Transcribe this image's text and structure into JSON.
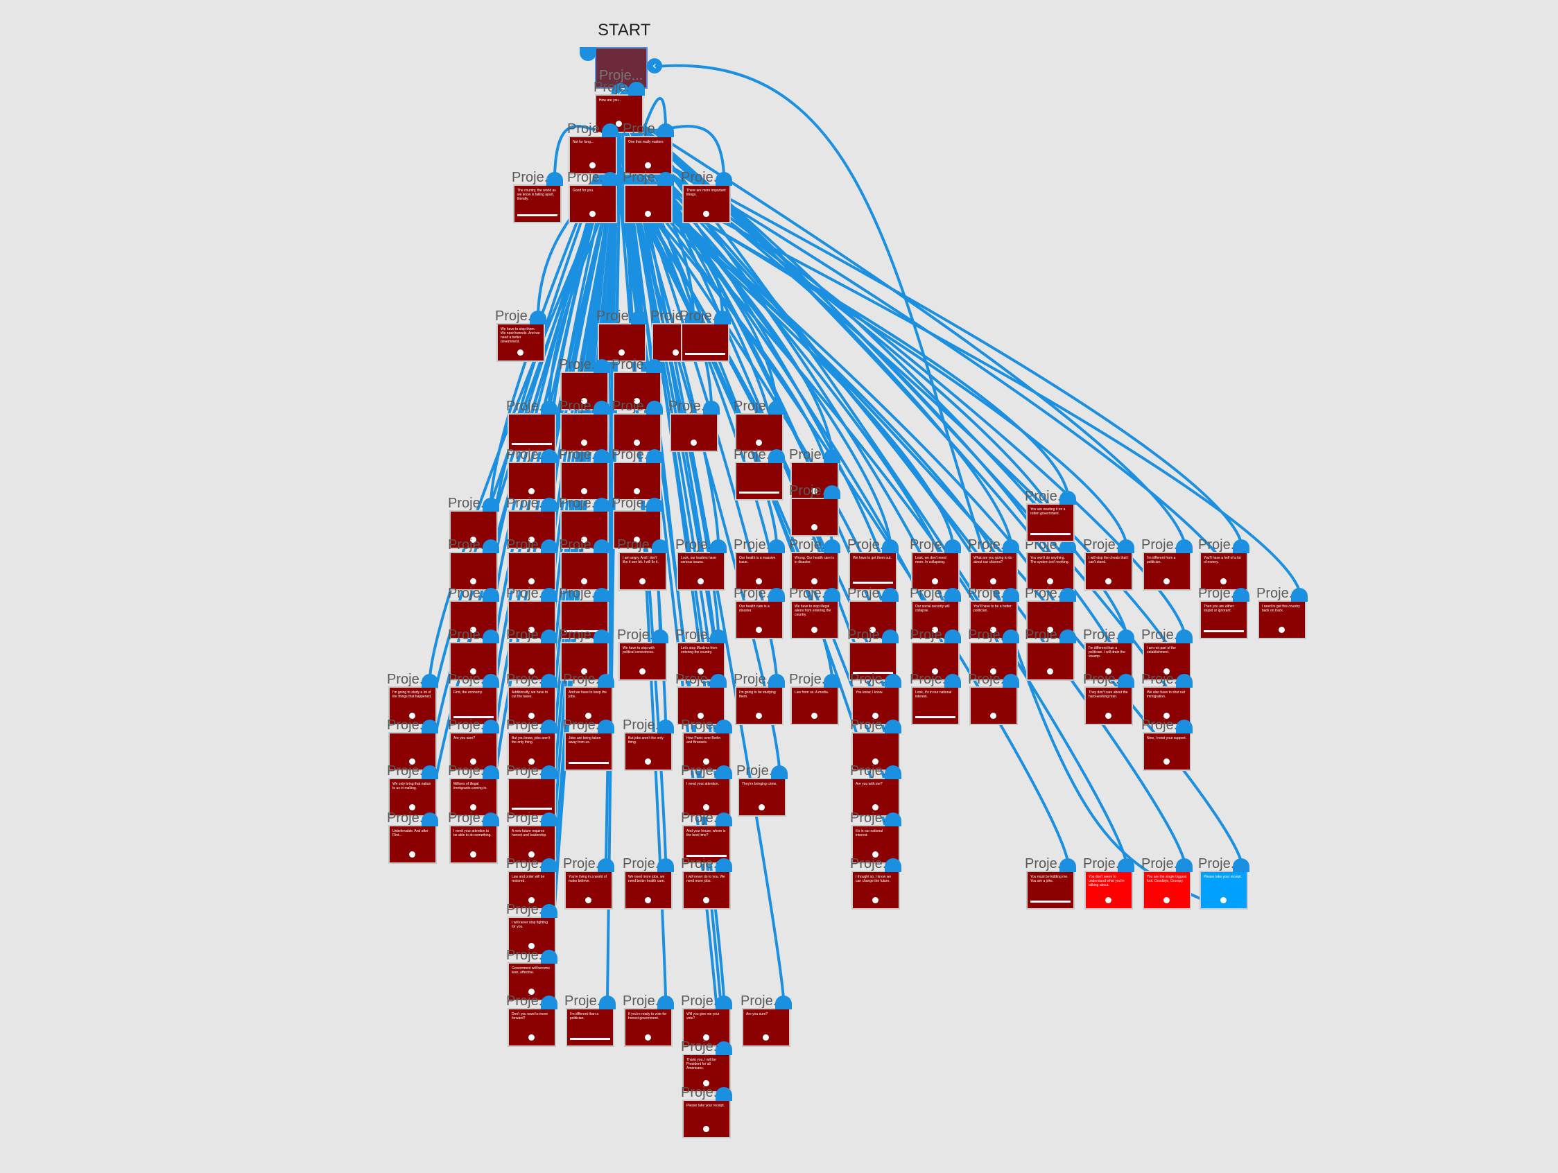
{
  "start_label": "START",
  "node_title": "Proje...",
  "colors": {
    "background": "#e6e6e6",
    "node": "#8b0000",
    "node_bright": "#ff0000",
    "node_blue": "#00a0ff",
    "link": "#1b8fe0"
  },
  "start_node": {
    "title": "Proje..."
  },
  "nodes": [
    {
      "title": "Proje...",
      "body": "How are you...",
      "kind": "dark"
    },
    {
      "title": "Proje...",
      "body": "Not for long...",
      "kind": "dark"
    },
    {
      "title": "Proje...",
      "body": "One that really matters",
      "kind": "dark"
    },
    {
      "title": "Proje...",
      "body": "The country, the world as we know is falling apart, literally.",
      "kind": "dark"
    },
    {
      "title": "Proje...",
      "body": "Good for you.",
      "kind": "dark"
    },
    {
      "title": "Proje...",
      "body": "",
      "kind": "dark"
    },
    {
      "title": "Proje...",
      "body": "There are more important things.",
      "kind": "dark"
    },
    {
      "title": "Proje...",
      "body": "We have to stop them. We need tunnels. And we need a better government.",
      "kind": "dark"
    },
    {
      "title": "Proje...",
      "body": "",
      "kind": "dark"
    },
    {
      "title": "Proje...",
      "body": "",
      "kind": "dark"
    },
    {
      "title": "Proje...",
      "body": "",
      "kind": "dark"
    },
    {
      "title": "Proje...",
      "body": "",
      "kind": "dark"
    },
    {
      "title": "Proje...",
      "body": "",
      "kind": "dark"
    },
    {
      "title": "Proje...",
      "body": "",
      "kind": "dark"
    },
    {
      "title": "Proje...",
      "body": "",
      "kind": "dark"
    },
    {
      "title": "Proje...",
      "body": "",
      "kind": "dark"
    },
    {
      "title": "Proje...",
      "body": "",
      "kind": "dark"
    },
    {
      "title": "Proje...",
      "body": "",
      "kind": "dark"
    },
    {
      "title": "Proje...",
      "body": "",
      "kind": "dark"
    },
    {
      "title": "Proje...",
      "body": "",
      "kind": "dark"
    },
    {
      "title": "Proje...",
      "body": "",
      "kind": "dark"
    },
    {
      "title": "Proje...",
      "body": "",
      "kind": "dark"
    },
    {
      "title": "Proje...",
      "body": "",
      "kind": "dark"
    },
    {
      "title": "Proje...",
      "body": "",
      "kind": "dark"
    },
    {
      "title": "Proje...",
      "body": "",
      "kind": "dark"
    },
    {
      "title": "Proje...",
      "body": "",
      "kind": "dark"
    },
    {
      "title": "Proje...",
      "body": "",
      "kind": "dark"
    },
    {
      "title": "Proje...",
      "body": "I am angry. And I don't like it one bit. I will fix it.",
      "kind": "dark"
    },
    {
      "title": "Proje...",
      "body": "Look, our leaders have serious issues.",
      "kind": "dark"
    },
    {
      "title": "Proje...",
      "body": "Our health is a massive issue.",
      "kind": "dark"
    },
    {
      "title": "Proje...",
      "body": "Wrong. Our health care is in disaster.",
      "kind": "dark"
    },
    {
      "title": "Proje...",
      "body": "We have to get them out.",
      "kind": "dark"
    },
    {
      "title": "Proje...",
      "body": "Look, we don't need more. In collapsing.",
      "kind": "dark"
    },
    {
      "title": "Proje...",
      "body": "What are you going to do about our citizens?",
      "kind": "dark"
    },
    {
      "title": "Proje...",
      "body": "You won't do anything. The system isn't working.",
      "kind": "dark"
    },
    {
      "title": "Proje...",
      "body": "I will stop the cheats that I can't stand.",
      "kind": "dark"
    },
    {
      "title": "Proje...",
      "body": "I'm different from a politician.",
      "kind": "dark"
    },
    {
      "title": "Proje...",
      "body": "You'll have a hell of a lot of money.",
      "kind": "dark"
    },
    {
      "title": "Proje...",
      "body": "You are wasting it on a rotten government.",
      "kind": "dark"
    },
    {
      "title": "Proje...",
      "body": "",
      "kind": "dark"
    },
    {
      "title": "Proje...",
      "body": "",
      "kind": "dark"
    },
    {
      "title": "Proje...",
      "body": "",
      "kind": "dark"
    },
    {
      "title": "Proje...",
      "body": "",
      "kind": "dark"
    },
    {
      "title": "Proje...",
      "body": "",
      "kind": "dark"
    },
    {
      "title": "Proje...",
      "body": "",
      "kind": "dark"
    },
    {
      "title": "Proje...",
      "body": "",
      "kind": "dark"
    },
    {
      "title": "Proje...",
      "body": "Our health care is a disaster.",
      "kind": "dark"
    },
    {
      "title": "Proje...",
      "body": "We have to stop illegal aliens from entering the country.",
      "kind": "dark"
    },
    {
      "title": "Proje...",
      "body": "",
      "kind": "dark"
    },
    {
      "title": "Proje...",
      "body": "Our social security will collapse.",
      "kind": "dark"
    },
    {
      "title": "Proje...",
      "body": "You'll have to be a better politician.",
      "kind": "dark"
    },
    {
      "title": "Proje...",
      "body": "",
      "kind": "dark"
    },
    {
      "title": "Proje...",
      "body": "Then you are either stupid or ignorant.",
      "kind": "dark"
    },
    {
      "title": "Proje...",
      "body": "I need to get this country back on track.",
      "kind": "dark"
    },
    {
      "title": "Proje...",
      "body": "",
      "kind": "dark"
    },
    {
      "title": "Proje...",
      "body": "",
      "kind": "dark"
    },
    {
      "title": "Proje...",
      "body": "",
      "kind": "dark"
    },
    {
      "title": "Proje...",
      "body": "We have to stop with political correctness.",
      "kind": "dark"
    },
    {
      "title": "Proje...",
      "body": "Let's stop Muslims from entering the country.",
      "kind": "dark"
    },
    {
      "title": "Proje...",
      "body": "",
      "kind": "dark"
    },
    {
      "title": "Proje...",
      "body": "",
      "kind": "dark"
    },
    {
      "title": "Proje...",
      "body": "",
      "kind": "dark"
    },
    {
      "title": "Proje...",
      "body": "",
      "kind": "dark"
    },
    {
      "title": "Proje...",
      "body": "I'm different than a politician. I will drain the swamp.",
      "kind": "dark"
    },
    {
      "title": "Proje...",
      "body": "I am not part of the establishment.",
      "kind": "dark"
    },
    {
      "title": "Proje...",
      "body": "I'm going to study a lot of the things that happened.",
      "kind": "dark"
    },
    {
      "title": "Proje...",
      "body": "First, the economy.",
      "kind": "dark"
    },
    {
      "title": "Proje...",
      "body": "Additionally, we have to cut the taxes.",
      "kind": "dark"
    },
    {
      "title": "Proje...",
      "body": "And we have to keep the jobs.",
      "kind": "dark"
    },
    {
      "title": "Proje...",
      "body": "",
      "kind": "dark"
    },
    {
      "title": "Proje...",
      "body": "I'm going to be studying them.",
      "kind": "dark"
    },
    {
      "title": "Proje...",
      "body": "Lies from us. A media.",
      "kind": "dark"
    },
    {
      "title": "Proje...",
      "body": "You know, I know.",
      "kind": "dark"
    },
    {
      "title": "Proje...",
      "body": "Look, it's in our national interest.",
      "kind": "dark"
    },
    {
      "title": "Proje...",
      "body": "",
      "kind": "dark"
    },
    {
      "title": "Proje...",
      "body": "They don't care about the hard-working man.",
      "kind": "dark"
    },
    {
      "title": "Proje...",
      "body": "We also have to shut out immigration.",
      "kind": "dark"
    },
    {
      "title": "Proje...",
      "body": "",
      "kind": "dark"
    },
    {
      "title": "Proje...",
      "body": "Are you sure?",
      "kind": "dark"
    },
    {
      "title": "Proje...",
      "body": "But you know, jobs aren't the only thing.",
      "kind": "dark"
    },
    {
      "title": "Proje...",
      "body": "Jobs are being taken away from us.",
      "kind": "dark"
    },
    {
      "title": "Proje...",
      "body": "But jobs aren't the only thing.",
      "kind": "dark"
    },
    {
      "title": "Proje...",
      "body": "How Panic over Berlin and Brussels.",
      "kind": "dark"
    },
    {
      "title": "Proje...",
      "body": "",
      "kind": "dark"
    },
    {
      "title": "Proje...",
      "body": "Now, I need your support.",
      "kind": "dark"
    },
    {
      "title": "Proje...",
      "body": "We only bring that nation to us in making.",
      "kind": "dark"
    },
    {
      "title": "Proje...",
      "body": "Millions of illegal immigrants coming in.",
      "kind": "dark"
    },
    {
      "title": "Proje...",
      "body": "",
      "kind": "dark"
    },
    {
      "title": "Proje...",
      "body": "I need your attention.",
      "kind": "dark"
    },
    {
      "title": "Proje...",
      "body": "They're bringing crime.",
      "kind": "dark"
    },
    {
      "title": "Proje...",
      "body": "Are you with me?",
      "kind": "dark"
    },
    {
      "title": "Proje...",
      "body": "Unbelievable. And after Flint...",
      "kind": "dark"
    },
    {
      "title": "Proje...",
      "body": "I need your attention to be able to do something.",
      "kind": "dark"
    },
    {
      "title": "Proje...",
      "body": "A new future requires honest and leadership.",
      "kind": "dark"
    },
    {
      "title": "Proje...",
      "body": "And your house, where is the best time?",
      "kind": "dark"
    },
    {
      "title": "Proje...",
      "body": "It's in our national interest.",
      "kind": "dark"
    },
    {
      "title": "Proje...",
      "body": "Law and order will be restored.",
      "kind": "dark"
    },
    {
      "title": "Proje...",
      "body": "You're living in a world of make believe.",
      "kind": "dark"
    },
    {
      "title": "Proje...",
      "body": "We need more jobs, we need better health care.",
      "kind": "dark"
    },
    {
      "title": "Proje...",
      "body": "I will never do to you. We need more jobs.",
      "kind": "dark"
    },
    {
      "title": "Proje...",
      "body": "I thought so. I know we can change the future.",
      "kind": "dark"
    },
    {
      "title": "Proje...",
      "body": "You must be kidding me. You are a joke.",
      "kind": "dark"
    },
    {
      "title": "Proje...",
      "body": "You don't seem to understand what you're talking about.",
      "kind": "bright"
    },
    {
      "title": "Proje...",
      "body": "You are the single biggest fool. Goodbye, Grumpy.",
      "kind": "bright"
    },
    {
      "title": "Proje...",
      "body": "Please take your receipt.",
      "kind": "blue"
    },
    {
      "title": "Proje...",
      "body": "I will never stop fighting for you.",
      "kind": "dark"
    },
    {
      "title": "Proje...",
      "body": "Government will become lean, effective.",
      "kind": "dark"
    },
    {
      "title": "Proje...",
      "body": "Don't you want to move forward?",
      "kind": "dark"
    },
    {
      "title": "Proje...",
      "body": "I'm different than a politician.",
      "kind": "dark"
    },
    {
      "title": "Proje...",
      "body": "If you're ready to vote for honest government.",
      "kind": "dark"
    },
    {
      "title": "Proje...",
      "body": "Will you give me your vote?",
      "kind": "dark"
    },
    {
      "title": "Proje...",
      "body": "Are you sure?",
      "kind": "dark"
    },
    {
      "title": "Proje...",
      "body": "Thank you. I will be President for all Americans.",
      "kind": "dark"
    },
    {
      "title": "Proje...",
      "body": "Please take your receipt.",
      "kind": "dark"
    }
  ]
}
